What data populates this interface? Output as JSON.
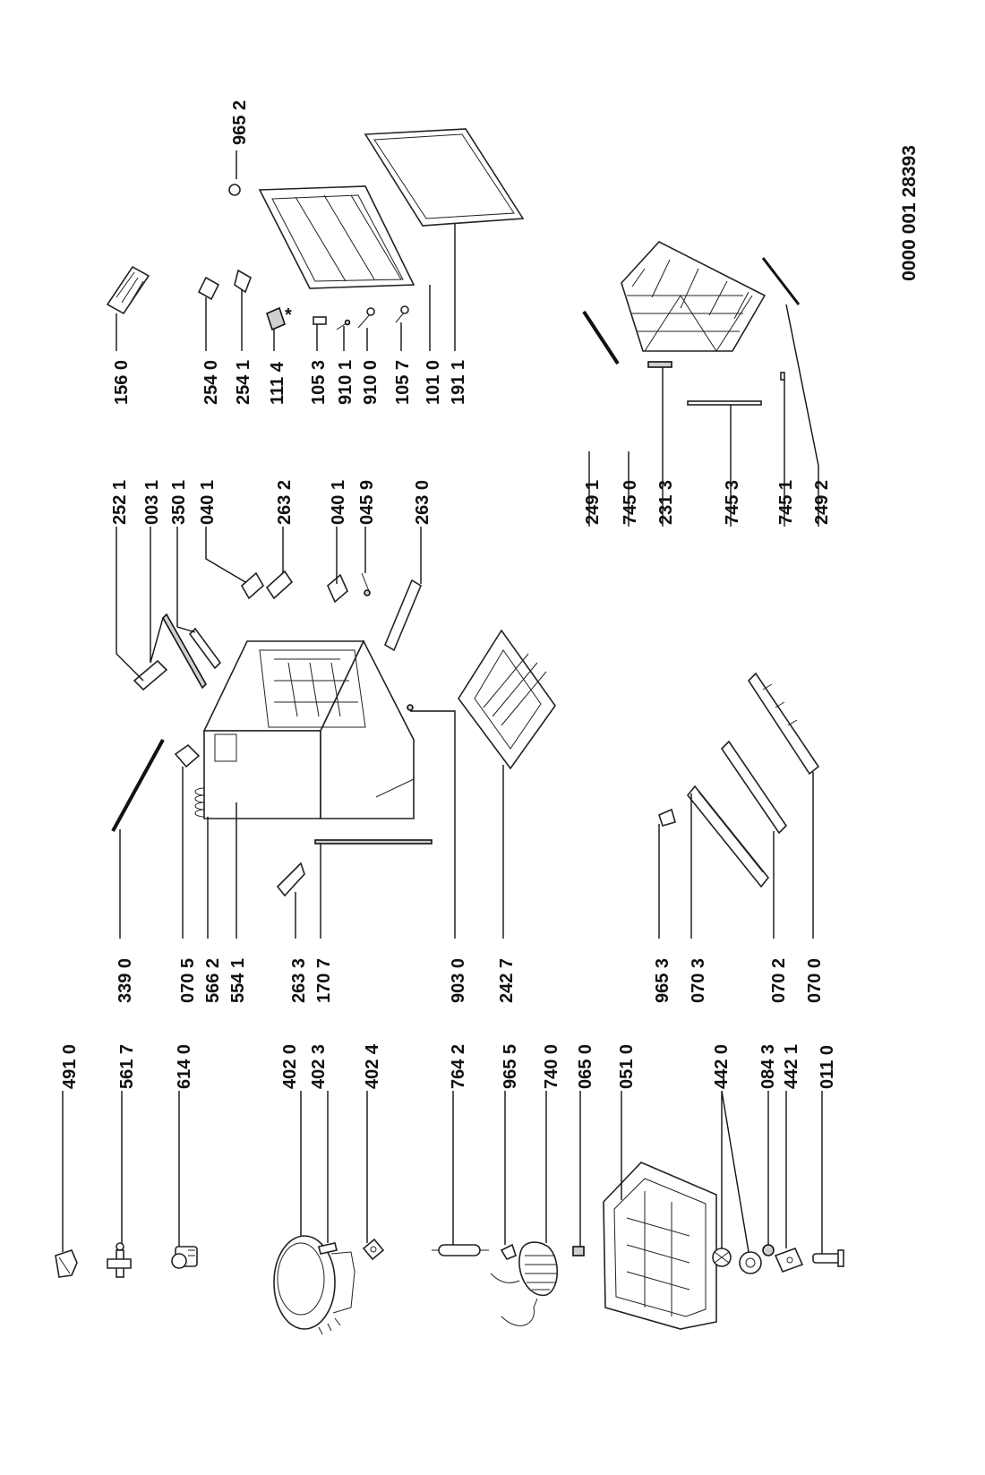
{
  "document_number": "0000 001 28393",
  "parts": [
    {
      "name": "part-491-0",
      "label": "491 0"
    },
    {
      "name": "part-561-7",
      "label": "561 7"
    },
    {
      "name": "part-614-0",
      "label": "614 0"
    },
    {
      "name": "part-402-0",
      "label": "402 0"
    },
    {
      "name": "part-402-3",
      "label": "402 3"
    },
    {
      "name": "part-402-4",
      "label": "402 4"
    },
    {
      "name": "part-764-2",
      "label": "764 2"
    },
    {
      "name": "part-965-5",
      "label": "965 5"
    },
    {
      "name": "part-740-0",
      "label": "740 0"
    },
    {
      "name": "part-065-0",
      "label": "065 0"
    },
    {
      "name": "part-051-0",
      "label": "051 0"
    },
    {
      "name": "part-442-0",
      "label": "442 0"
    },
    {
      "name": "part-084-3",
      "label": "084 3"
    },
    {
      "name": "part-442-1",
      "label": "442 1"
    },
    {
      "name": "part-011-0",
      "label": "011 0"
    },
    {
      "name": "part-339-0",
      "label": "339 0"
    },
    {
      "name": "part-070-5",
      "label": "070 5"
    },
    {
      "name": "part-566-2",
      "label": "566 2"
    },
    {
      "name": "part-554-1",
      "label": "554 1"
    },
    {
      "name": "part-263-3",
      "label": "263 3"
    },
    {
      "name": "part-170-7",
      "label": "170 7"
    },
    {
      "name": "part-903-0",
      "label": "903 0"
    },
    {
      "name": "part-242-7",
      "label": "242 7"
    },
    {
      "name": "part-965-3",
      "label": "965 3"
    },
    {
      "name": "part-070-3",
      "label": "070 3"
    },
    {
      "name": "part-070-2",
      "label": "070 2"
    },
    {
      "name": "part-070-0",
      "label": "070 0"
    },
    {
      "name": "part-252-1",
      "label": "252 1"
    },
    {
      "name": "part-003-1",
      "label": "003 1"
    },
    {
      "name": "part-350-1",
      "label": "350 1"
    },
    {
      "name": "part-040-1-upper",
      "label": "040 1"
    },
    {
      "name": "part-263-2",
      "label": "263 2"
    },
    {
      "name": "part-040-1-lower",
      "label": "040 1"
    },
    {
      "name": "part-045-9",
      "label": "045 9"
    },
    {
      "name": "part-263-0",
      "label": "263 0"
    },
    {
      "name": "part-249-1",
      "label": "249 1"
    },
    {
      "name": "part-745-0",
      "label": "745 0"
    },
    {
      "name": "part-231-3",
      "label": "231 3"
    },
    {
      "name": "part-745-3",
      "label": "745 3"
    },
    {
      "name": "part-745-1",
      "label": "745 1"
    },
    {
      "name": "part-249-2",
      "label": "249 2"
    },
    {
      "name": "part-156-0",
      "label": "156 0"
    },
    {
      "name": "part-254-0",
      "label": "254 0"
    },
    {
      "name": "part-254-1",
      "label": "254 1"
    },
    {
      "name": "part-111-4",
      "label": "111 4"
    },
    {
      "name": "part-105-3",
      "label": "105 3"
    },
    {
      "name": "part-910-1",
      "label": "910 1"
    },
    {
      "name": "part-910-0",
      "label": "910 0"
    },
    {
      "name": "part-105-7",
      "label": "105 7"
    },
    {
      "name": "part-101-0",
      "label": "101 0"
    },
    {
      "name": "part-191-1",
      "label": "191 1"
    },
    {
      "name": "part-965-2",
      "label": "965 2"
    }
  ],
  "asterisk": "*"
}
